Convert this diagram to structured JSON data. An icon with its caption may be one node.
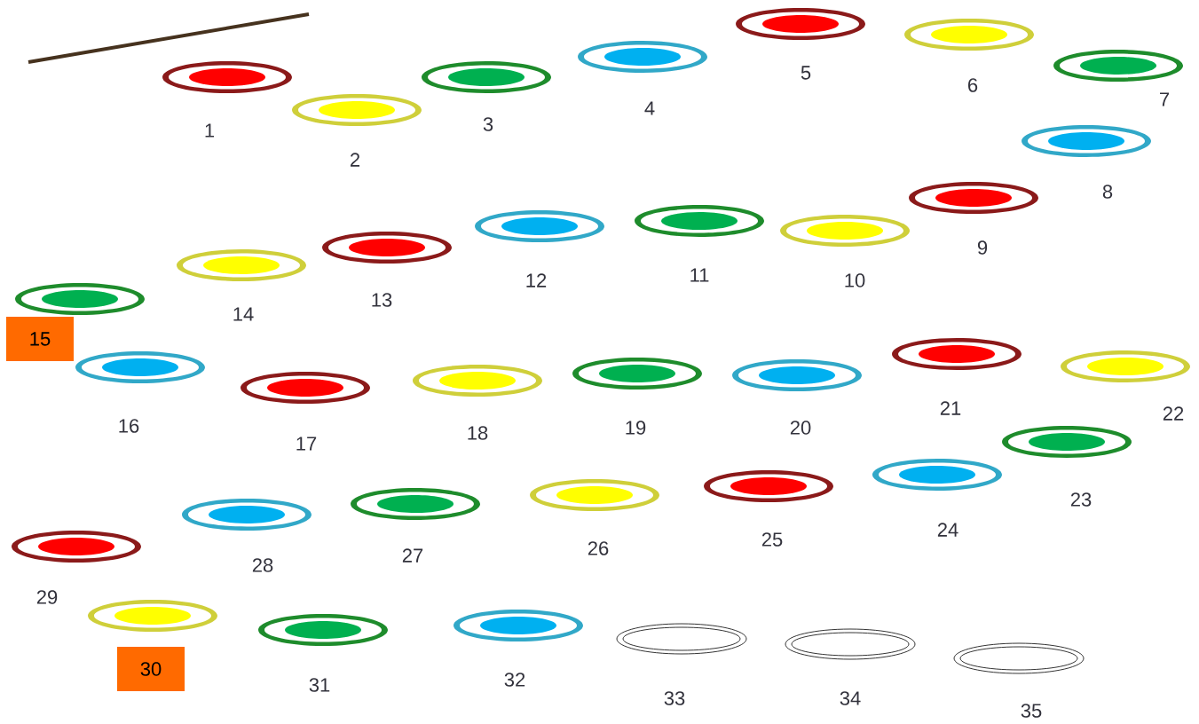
{
  "diagram": {
    "nodes": [
      {
        "text": [
          "15"
        ]
      },
      {
        "text": [
          "30"
        ]
      }
    ],
    "labels": [
      "1",
      "2",
      "3",
      "4",
      "5",
      "6",
      "7",
      "8",
      "9",
      "10",
      "11",
      "12",
      "13",
      "14",
      "16",
      "17",
      "18",
      "19",
      "20",
      "21",
      "22",
      "23",
      "24",
      "25",
      "26",
      "27",
      "28",
      "29",
      "31",
      "32",
      "33",
      "34",
      "35"
    ]
  }
}
